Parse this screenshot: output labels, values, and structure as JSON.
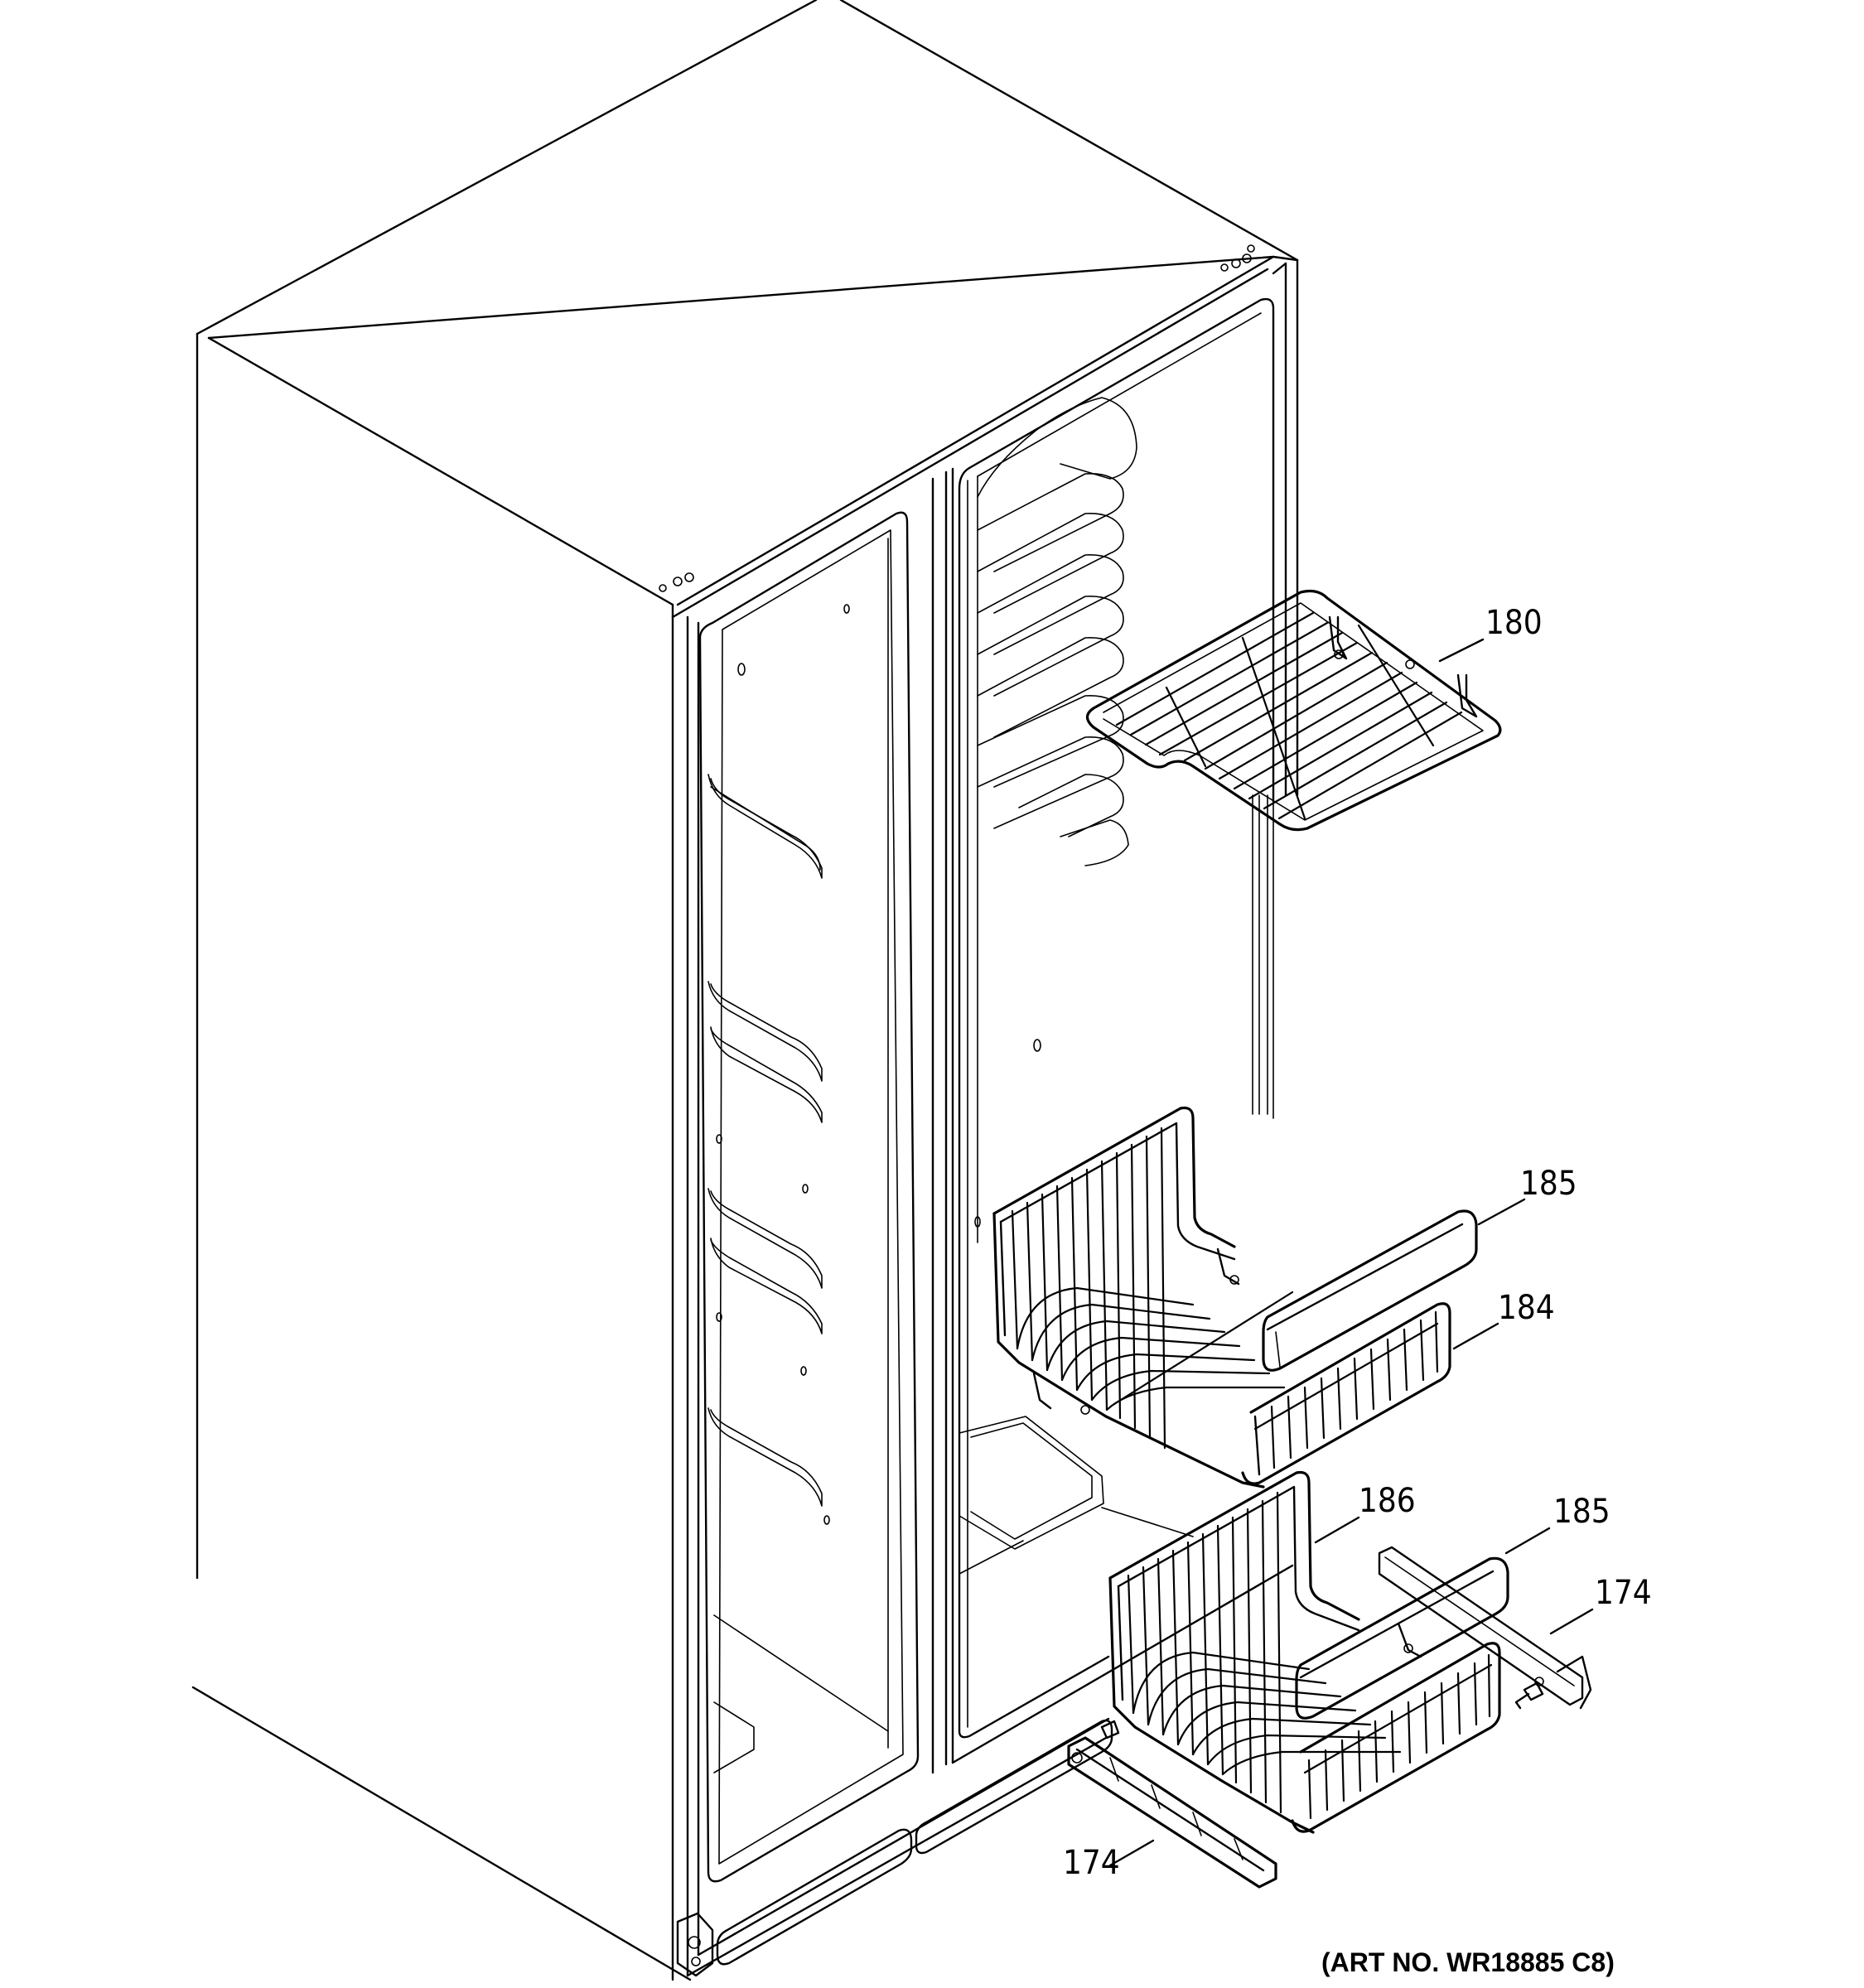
{
  "callouts": [
    {
      "id": "180",
      "label": "180"
    },
    {
      "id": "185a",
      "label": "185"
    },
    {
      "id": "184",
      "label": "184"
    },
    {
      "id": "186",
      "label": "186"
    },
    {
      "id": "185b",
      "label": "185"
    },
    {
      "id": "174a",
      "label": "174"
    },
    {
      "id": "174b",
      "label": "174"
    }
  ],
  "art_number": "(ART NO. WR18885 C8)"
}
